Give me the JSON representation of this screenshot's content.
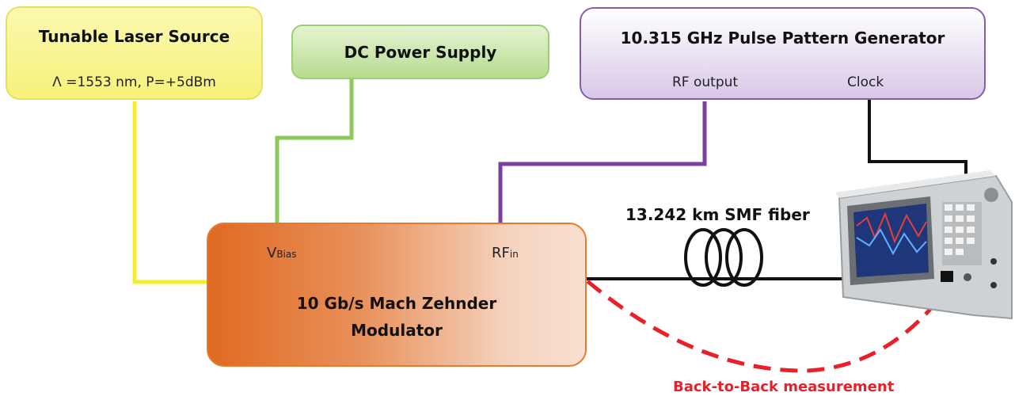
{
  "laser": {
    "title": "Tunable Laser Source",
    "params": "Λ =1553 nm, P=+5dBm"
  },
  "dc_supply": {
    "title": "DC Power Supply"
  },
  "ppg": {
    "title": "10.315 GHz Pulse Pattern Generator",
    "rf_output": "RF output",
    "clock": "Clock"
  },
  "modulator": {
    "title_line1": "10 Gb/s Mach Zehnder",
    "title_line2": "Modulator",
    "vbias_main": "V",
    "vbias_sub": "Bias",
    "rfin_main": "RF",
    "rfin_sub": "in"
  },
  "fiber": {
    "label": "13.242 km SMF fiber"
  },
  "b2b": {
    "label": "Back-to-Back measurement"
  },
  "colors": {
    "laser": "#f0ec3a",
    "dc": "#8cc85a",
    "ppg": "#7b3fa0",
    "modulator": "#e06a22",
    "b2b": "#e8202a"
  }
}
